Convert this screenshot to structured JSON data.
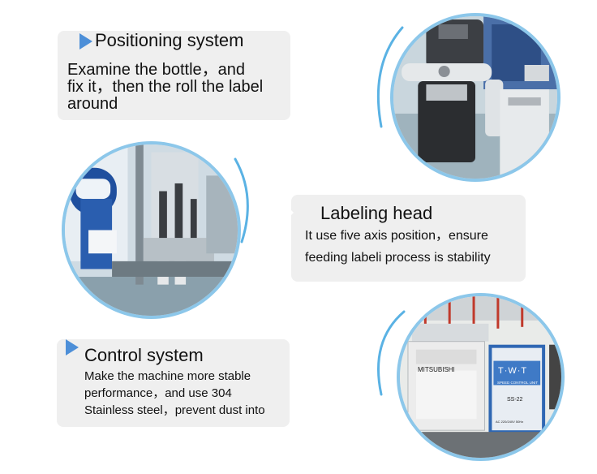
{
  "features": [
    {
      "title": "Positioning system",
      "lines": [
        "Examine the bottle，and",
        "fix it，then the roll the label",
        "around"
      ],
      "image_icon": "bottle-positioning-photo"
    },
    {
      "title": "Labeling head",
      "lines": [
        "It use five axis position，ensure",
        "feeding labeli process is stability"
      ],
      "image_icon": "labeling-head-photo"
    },
    {
      "title": "Control system",
      "lines": [
        "Make the machine more stable",
        "performance，and use 304",
        "Stainless steel，prevent dust  into"
      ],
      "image_icon": "control-cabinet-photo"
    }
  ],
  "photo_labels": {
    "plc_brand": "MITSUBISHI",
    "speed_unit_brand": "T·W·T",
    "speed_unit_title": "SPEED CONTROL UNIT",
    "speed_unit_model": "SS-22",
    "speed_unit_rating": "AC 220/240V 50Hz"
  },
  "colors": {
    "card_background": "#efefef",
    "pointer": "#4d8fd8",
    "photo_ring": "#8cc7ea",
    "arc": "#5ab2e4"
  }
}
